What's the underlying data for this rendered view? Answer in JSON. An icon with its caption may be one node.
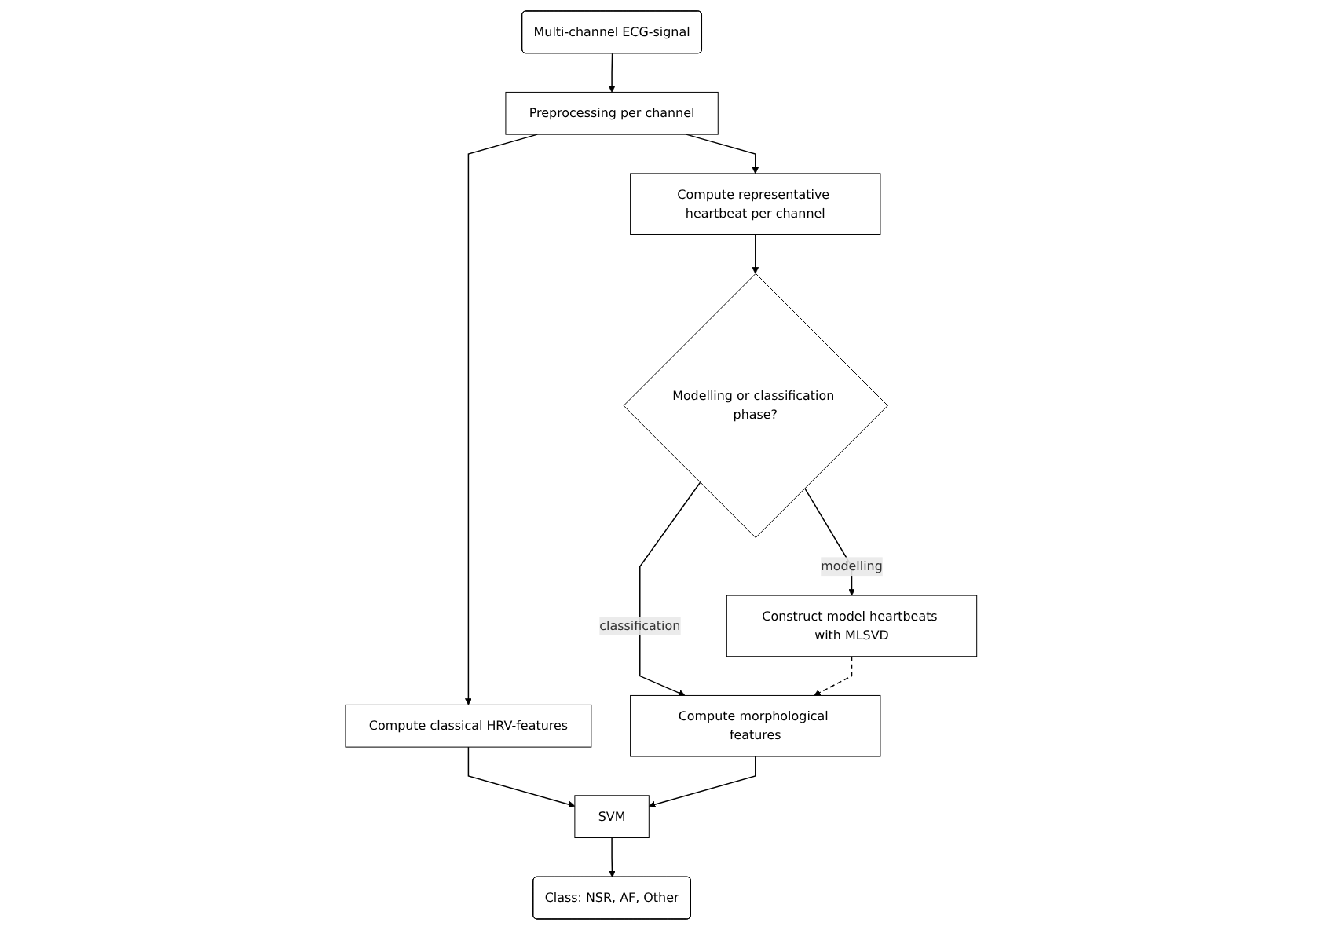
{
  "diagram": {
    "nodes": [
      {
        "text": [
          "Multi-channel ECG-signal"
        ]
      },
      {
        "text": [
          "Preprocessing per channel"
        ]
      },
      {
        "text": [
          "Compute classical HRV-features"
        ]
      },
      {
        "text": [
          "Compute representative heartbeat per channel"
        ]
      },
      {
        "text": [
          "Modelling or classification phase?"
        ]
      },
      {
        "text": [
          "Compute morphological features"
        ]
      },
      {
        "text": [
          "Construct model heartbeats with MLSVD"
        ]
      },
      {
        "text": [
          "SVM"
        ]
      },
      {
        "text": [
          "Class: NSR, AF, Other"
        ]
      }
    ],
    "edges": [
      {
        "from": 0,
        "to": 1,
        "arrow": "to"
      },
      {
        "from": 1,
        "to": 2,
        "arrow": "to"
      },
      {
        "from": 1,
        "to": 3,
        "arrow": "to"
      },
      {
        "from": 3,
        "to": 4,
        "arrow": "to"
      },
      {
        "from": 4,
        "to": 5,
        "arrow": "to",
        "label": "classification"
      },
      {
        "from": 4,
        "to": 6,
        "arrow": "to",
        "label": "modelling"
      },
      {
        "from": 6,
        "to": 5,
        "arrow": "to",
        "style": "dashed"
      },
      {
        "from": 2,
        "to": 7,
        "arrow": "to"
      },
      {
        "from": 5,
        "to": 7,
        "arrow": "to"
      },
      {
        "from": 7,
        "to": 8,
        "arrow": "to"
      }
    ]
  }
}
